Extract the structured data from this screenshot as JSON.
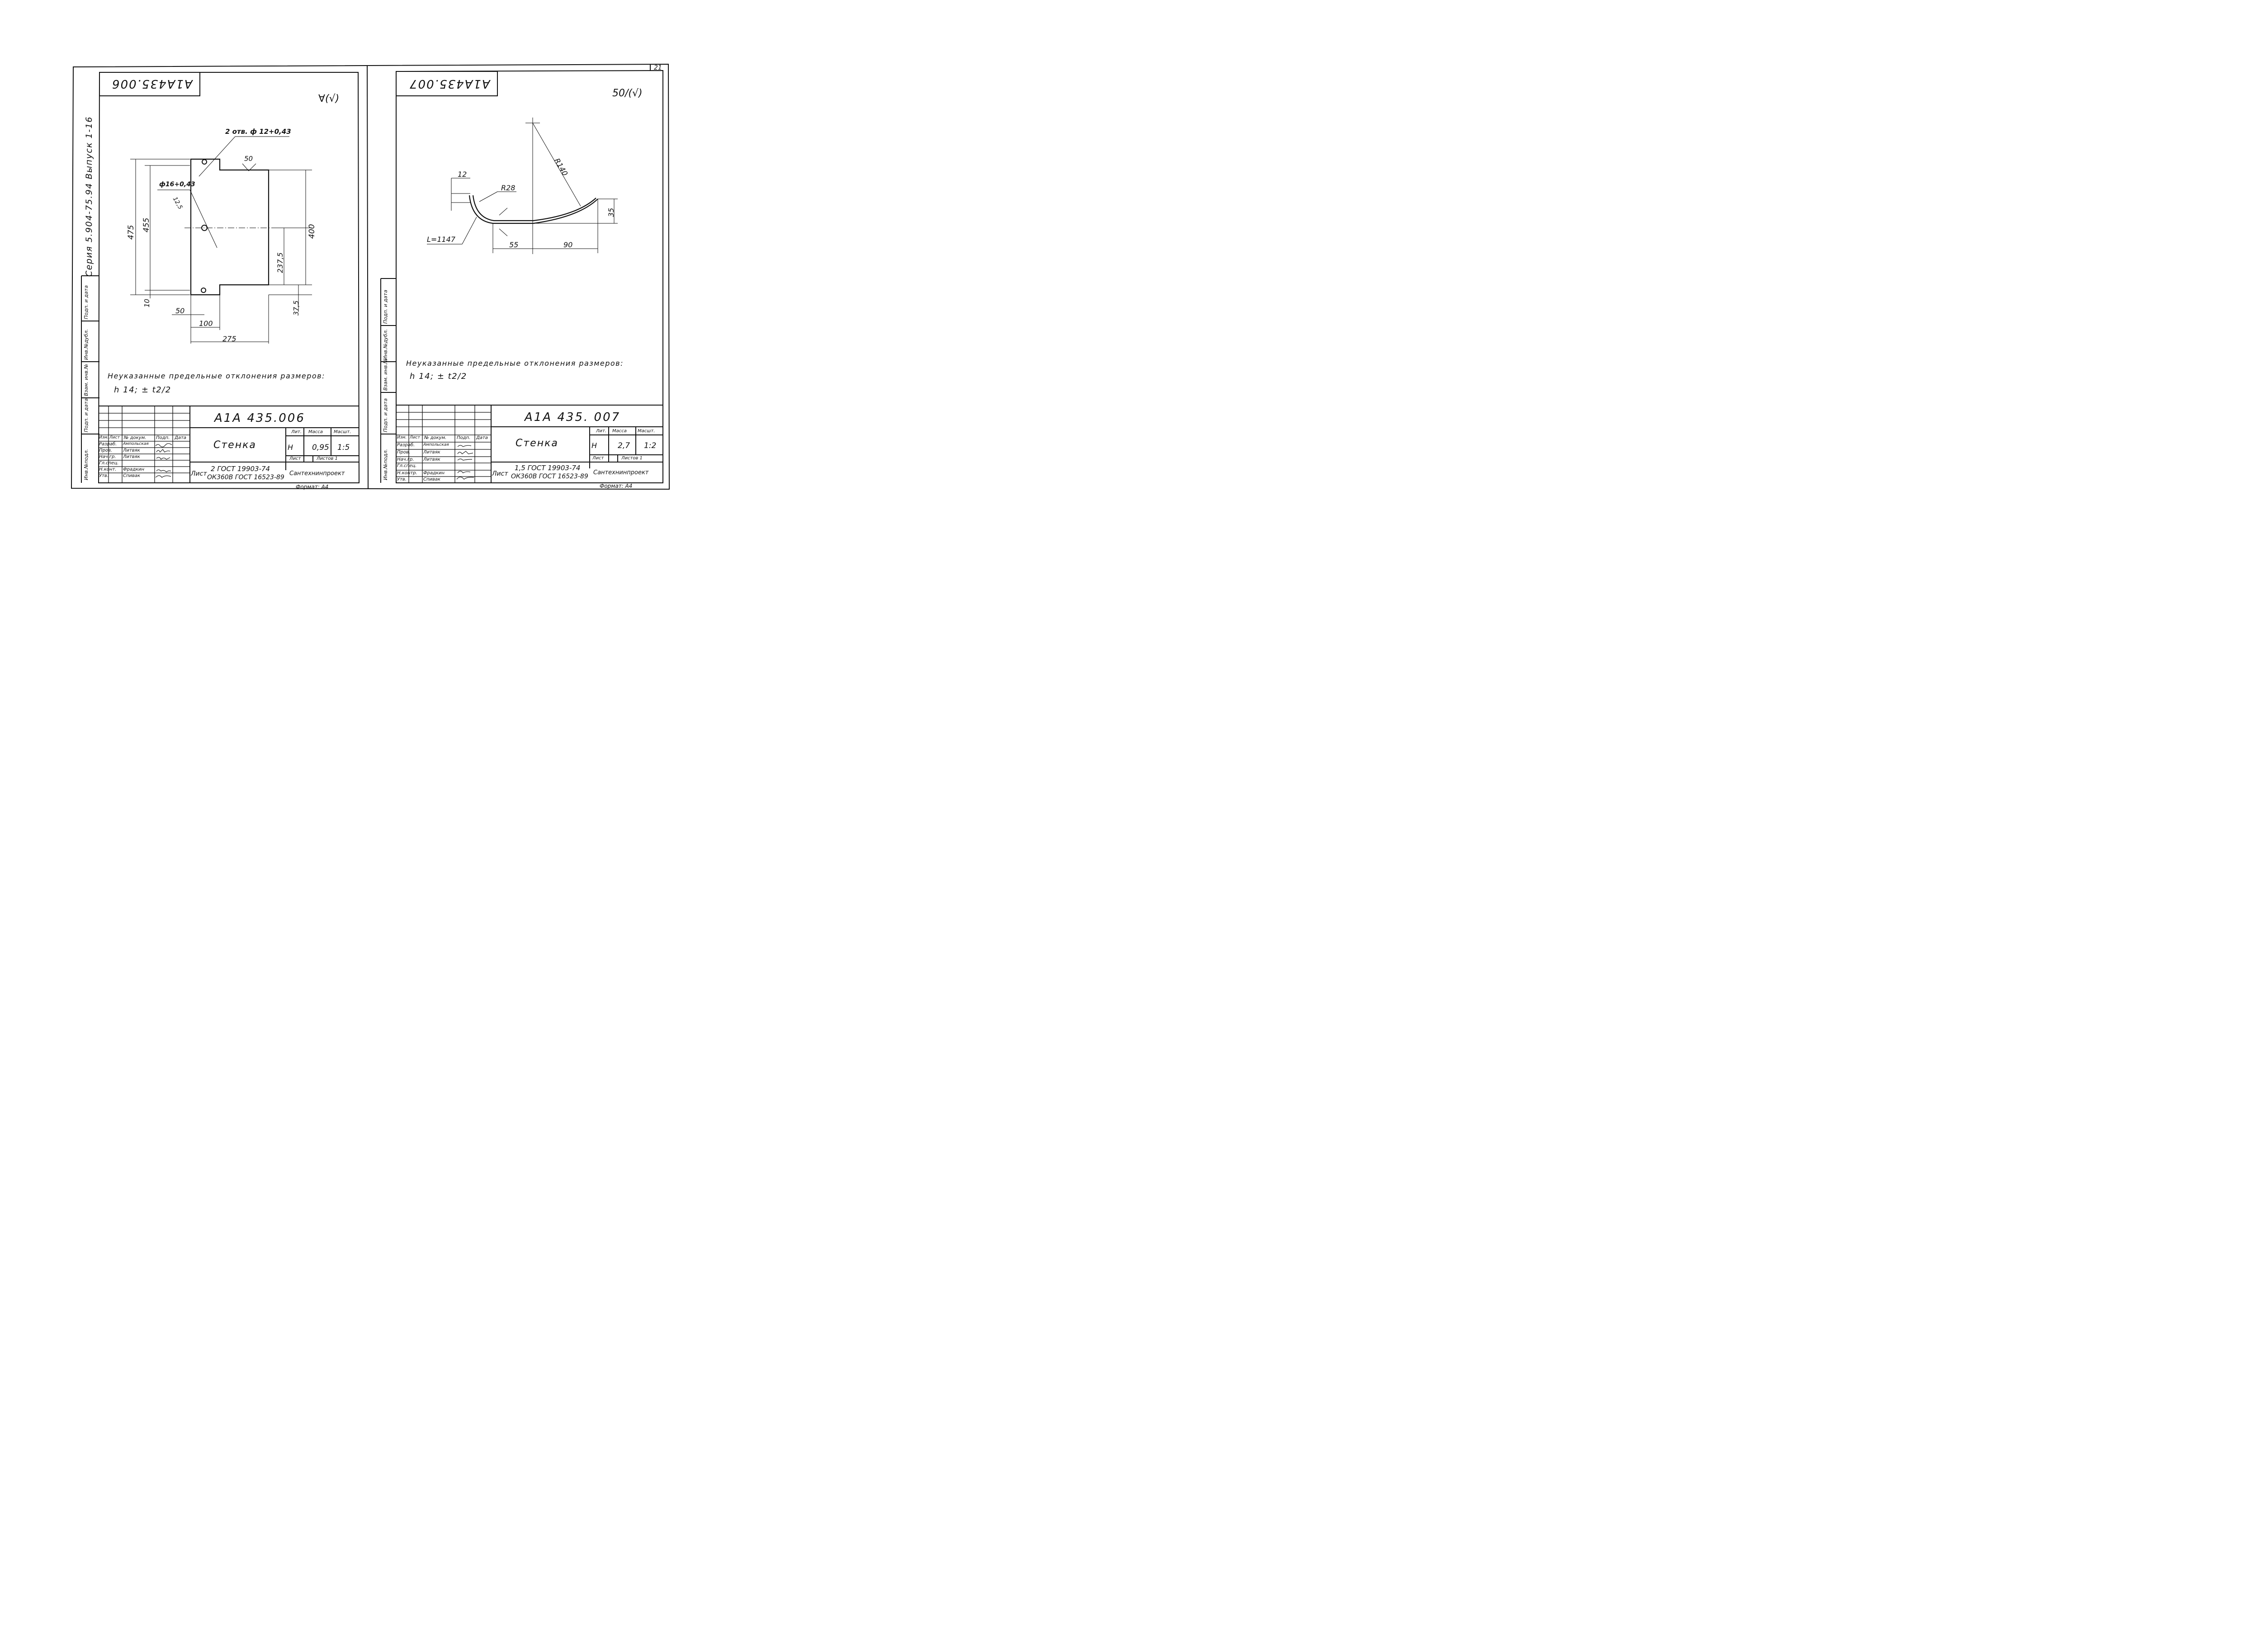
{
  "series_stamp": "Серия 5.904-75.94 Выпуск 1-16",
  "sheet_index": "21",
  "side_labels": [
    "Инв.№подл.",
    "Подп. и дата",
    "Взам. инв.№",
    "Инв.№дубл.",
    "Подп. и дата"
  ],
  "drawings": [
    {
      "code_box": "A1A435.006",
      "roughness_mark": "∀(√)",
      "hole_note_1": "2 отв. ф 12+0,43",
      "hole_note_2": "ф16+0,43",
      "surface_note": "50",
      "chamfer_note": "12,5",
      "dims": {
        "h475": "475",
        "h455": "455",
        "w50": "50",
        "w100": "100",
        "w275": "275",
        "h400": "400",
        "h2375": "237,5",
        "h10": "10",
        "h375": "37,5"
      },
      "tolerance_note_1": "Неуказанные предельные отклонения размеров:",
      "tolerance_note_2": "h 14; ± t2/2",
      "title_block": {
        "code": "A1A 435.006",
        "name": "Стенка",
        "hdr_lit": "Лит.",
        "hdr_mass": "Масса",
        "hdr_scale": "Масшт.",
        "lit": "Н",
        "mass": "0,95",
        "scale": "1:5",
        "sheet_label": "Лист",
        "sheets_label": "Листов 1",
        "material_prefix": "Лист",
        "material_top": "2 ГОСТ 19903-74",
        "material_bottom": "ОК360В ГОСТ 16523-89",
        "org": "Сантехнинпроект",
        "format": "Формат: А4",
        "hdr_row": [
          "Изм.",
          "Лист",
          "№ докум.",
          "Подп.",
          "Дата"
        ],
        "roles": [
          {
            "role": "Разраб.",
            "name": "Ампольская"
          },
          {
            "role": "Пров.",
            "name": "Литвяк"
          },
          {
            "role": "Нач.гр.",
            "name": "Литвяк"
          },
          {
            "role": "Гл.спец.",
            "name": ""
          },
          {
            "role": "Н.конт.",
            "name": "Фрадкин"
          },
          {
            "role": "Утв.",
            "name": "Спивак"
          }
        ]
      }
    },
    {
      "code_box": "A1A435.007",
      "roughness_mark": "50/(√)",
      "dims": {
        "r140": "R140",
        "r28": "R28",
        "d12": "12",
        "d35": "35",
        "d55": "55",
        "d90": "90",
        "len": "L=1147"
      },
      "tolerance_note_1": "Неуказанные предельные отклонения размеров:",
      "tolerance_note_2": "h 14; ± t2/2",
      "title_block": {
        "code": "A1A 435. 007",
        "name": "Стенка",
        "hdr_lit": "Лит.",
        "hdr_mass": "Масса",
        "hdr_scale": "Масшт.",
        "lit": "Н",
        "mass": "2,7",
        "scale": "1:2",
        "sheet_label": "Лист",
        "sheets_label": "Листов 1",
        "material_prefix": "Лист",
        "material_top": "1,5 ГОСТ 19903-74",
        "material_bottom": "ОК360В ГОСТ 16523-89",
        "org": "Сантехнинпроект",
        "format": "Формат: А4",
        "hdr_row": [
          "Изм.",
          "Лист",
          "№ докум.",
          "Подп.",
          "Дата"
        ],
        "roles": [
          {
            "role": "Разраб.",
            "name": "Ампольская"
          },
          {
            "role": "Пров.",
            "name": "Литвяк"
          },
          {
            "role": "Нач.гр.",
            "name": "Литвяк"
          },
          {
            "role": "Гл.спец.",
            "name": ""
          },
          {
            "role": "Н.контр.",
            "name": "Фрадкин"
          },
          {
            "role": "Утв.",
            "name": "Спивак"
          }
        ]
      }
    }
  ]
}
